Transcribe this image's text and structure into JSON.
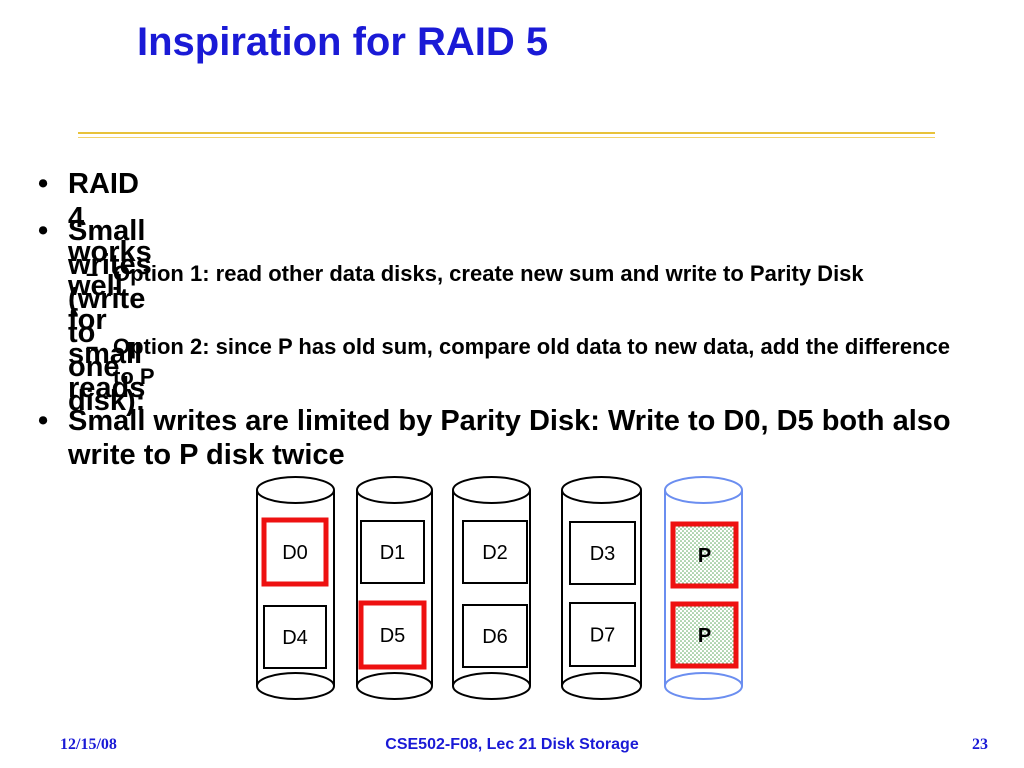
{
  "slide": {
    "title": "Inspiration for RAID 5",
    "bullets": [
      {
        "text": "RAID 4 works well for small reads"
      },
      {
        "text": "Small writes (write to one disk):"
      },
      {
        "text": "Option 1: read other data disks, create new sum and write to Parity Disk"
      },
      {
        "text": "Option 2: since P has old sum, compare old data to new data, add the difference to P"
      },
      {
        "text": "Small writes are limited by Parity Disk: Write to D0, D5 both also write to P disk twice"
      }
    ],
    "bullet_marker": "•",
    "sub_marker": "–"
  },
  "diagram": {
    "disks": [
      {
        "top_block": "D0",
        "bottom_block": "D4",
        "highlight_top": true,
        "highlight_bottom": false,
        "parity": false
      },
      {
        "top_block": "D1",
        "bottom_block": "D5",
        "highlight_top": false,
        "highlight_bottom": true,
        "parity": false
      },
      {
        "top_block": "D2",
        "bottom_block": "D6",
        "highlight_top": false,
        "highlight_bottom": false,
        "parity": false
      },
      {
        "top_block": "D3",
        "bottom_block": "D7",
        "highlight_top": false,
        "highlight_bottom": false,
        "parity": false
      },
      {
        "top_block": "P",
        "bottom_block": "P",
        "highlight_top": true,
        "highlight_bottom": true,
        "parity": true
      }
    ],
    "colors": {
      "disk_outline": "#000000",
      "parity_disk_outline": "#6b8ef0",
      "highlight": "#ee1111",
      "parity_fill": "#e4f3e4"
    }
  },
  "footer": {
    "date": "12/15/08",
    "course": "CSE502-F08, Lec 21 Disk Storage",
    "page": "23"
  },
  "colors": {
    "title": "#1a1ad6",
    "rule": "#e8c23a"
  }
}
